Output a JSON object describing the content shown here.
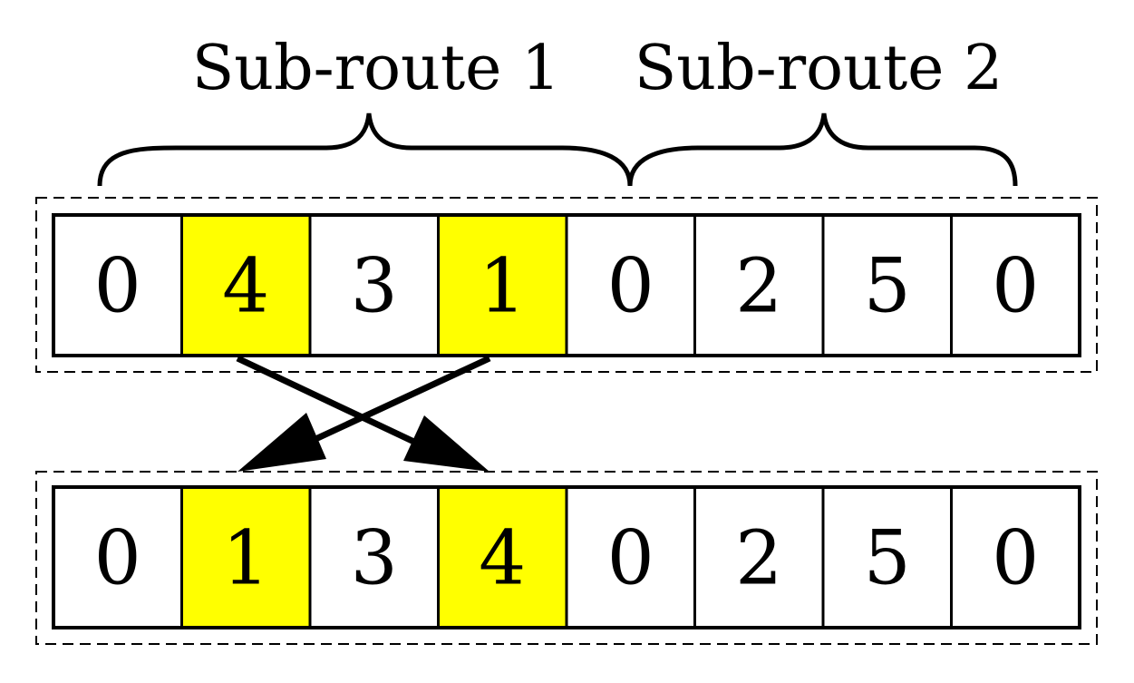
{
  "labels": {
    "subroute_1": "Sub-route 1",
    "subroute_2": "Sub-route 2"
  },
  "routes": {
    "before": [
      "0",
      "4",
      "3",
      "1",
      "0",
      "2",
      "5",
      "0"
    ],
    "after": [
      "0",
      "1",
      "3",
      "4",
      "0",
      "2",
      "5",
      "0"
    ]
  },
  "highlighted_positions": [
    1,
    3
  ],
  "colors": {
    "highlight": "#ffff00",
    "cell": "#ffffff",
    "stroke": "#000000"
  }
}
